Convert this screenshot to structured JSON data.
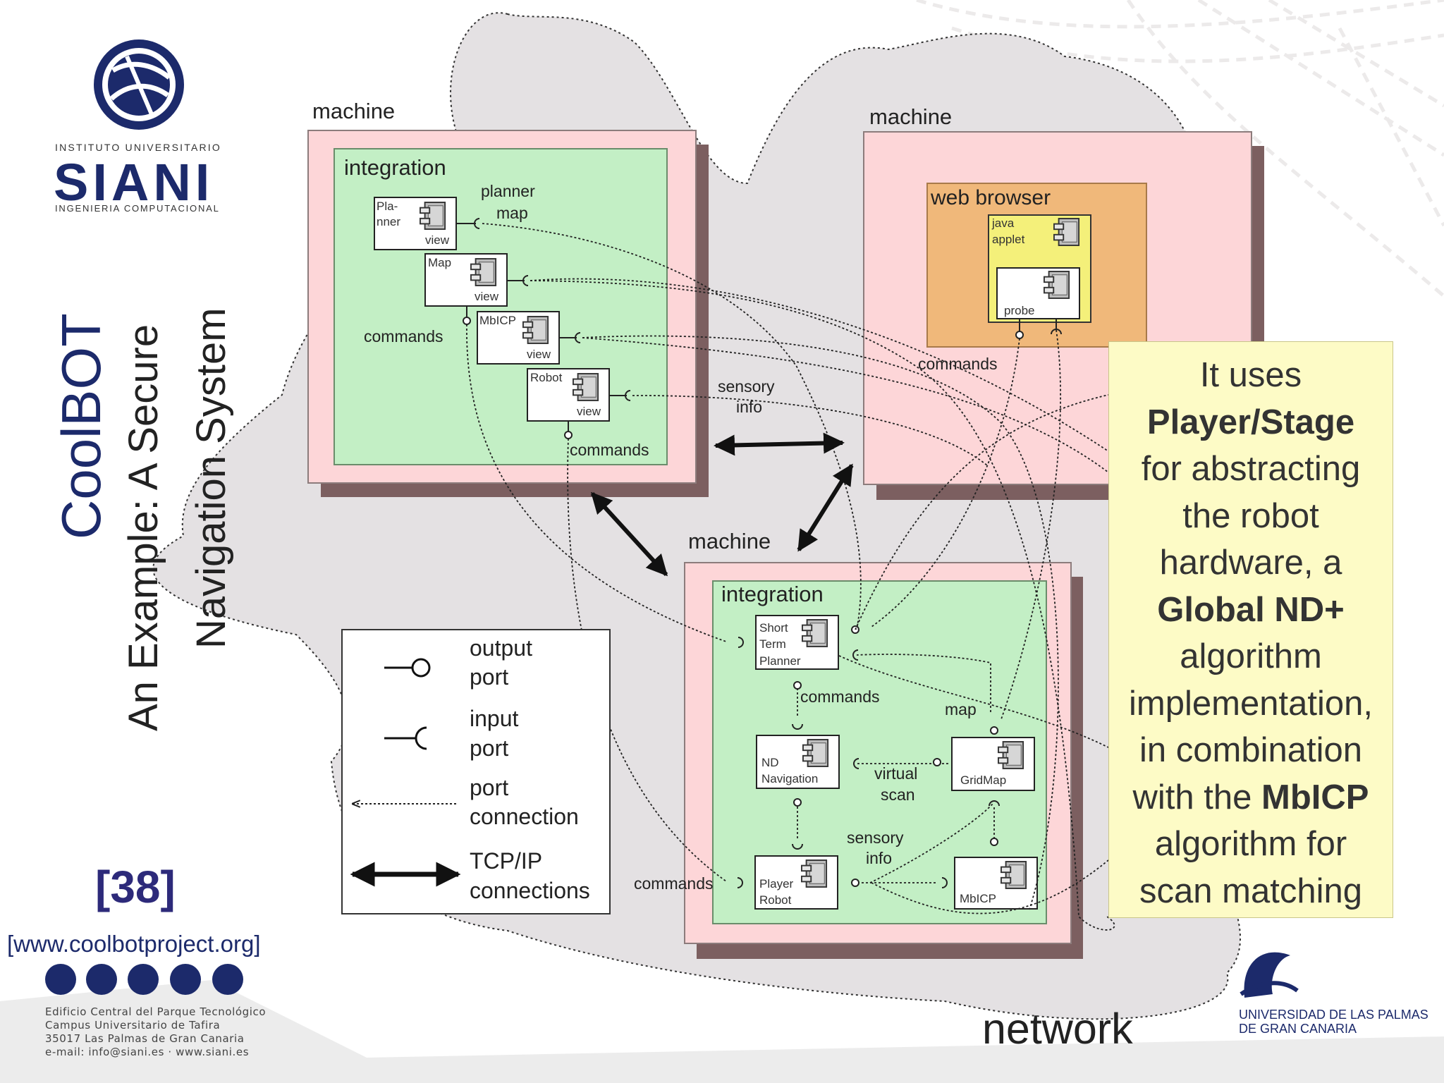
{
  "slide": {
    "title": "CoolBOT",
    "subtitle_line1": "An Example: A Secure",
    "subtitle_line2": "Navigation System",
    "reference": "[38]",
    "url": "[www.coolbotproject.org]"
  },
  "siani": {
    "logo_top": "INSTITUTO UNIVERSITARIO",
    "logo_name": "SIANI",
    "logo_bottom": "INGENIERIA COMPUTACIONAL",
    "address": [
      "Edificio Central del Parque Tecnológico",
      "Campus Universitario de Tafira",
      "35017 Las Palmas de Gran Canaria",
      "e-mail: info@siani.es · www.siani.es"
    ]
  },
  "university": {
    "line1": "UNIVERSIDAD DE LAS PALMAS",
    "line2": "DE GRAN CANARIA"
  },
  "diagram": {
    "network_label": "network",
    "machine_label": "machine",
    "integration_label": "integration",
    "web_browser_label": "web browser",
    "components": {
      "planner_1": "Pla-",
      "planner_2": "nner",
      "map": "Map",
      "mbicp": "MbICP",
      "robot": "Robot",
      "view": "view",
      "java_applet_1": "java",
      "java_applet_2": "applet",
      "probe": "probe",
      "short_term_1": "Short",
      "short_term_2": "Term",
      "short_term_3": "Planner",
      "nd_nav_1": "ND",
      "nd_nav_2": "Navigation",
      "gridmap": "GridMap",
      "player_1": "Player",
      "player_2": "Robot",
      "mbicp_bottom": "MbICP"
    },
    "port_labels": {
      "planner": "planner",
      "map": "map",
      "commands": "commands",
      "sensory": "sensory",
      "info": "info",
      "virtual": "virtual",
      "scan": "scan"
    },
    "legend": {
      "output_1": "output",
      "output_2": "port",
      "input_1": "input",
      "input_2": "port",
      "conn_1": "port",
      "conn_2": "connection",
      "tcp_1": "TCP/IP",
      "tcp_2": "connections"
    }
  },
  "callout": {
    "t1": "It uses",
    "b1": "Player/Stage",
    "t2": "for abstracting",
    "t3": "the robot",
    "t4": "hardware, a",
    "b2": "Global ND+",
    "t5": "algorithm",
    "t6": "implementation,",
    "t7": "in combination",
    "t8a": "with the ",
    "b3": "MbICP",
    "t9": "algorithm for",
    "t10": "scan matching"
  },
  "colors": {
    "navy": "#1c2a6b",
    "cloud": "#e4e1e3",
    "pink": "#fdd6d8",
    "green": "#c3efc5",
    "orange": "#f0b87a",
    "yellow": "#f4f07a",
    "callout": "#fdfbc6"
  }
}
